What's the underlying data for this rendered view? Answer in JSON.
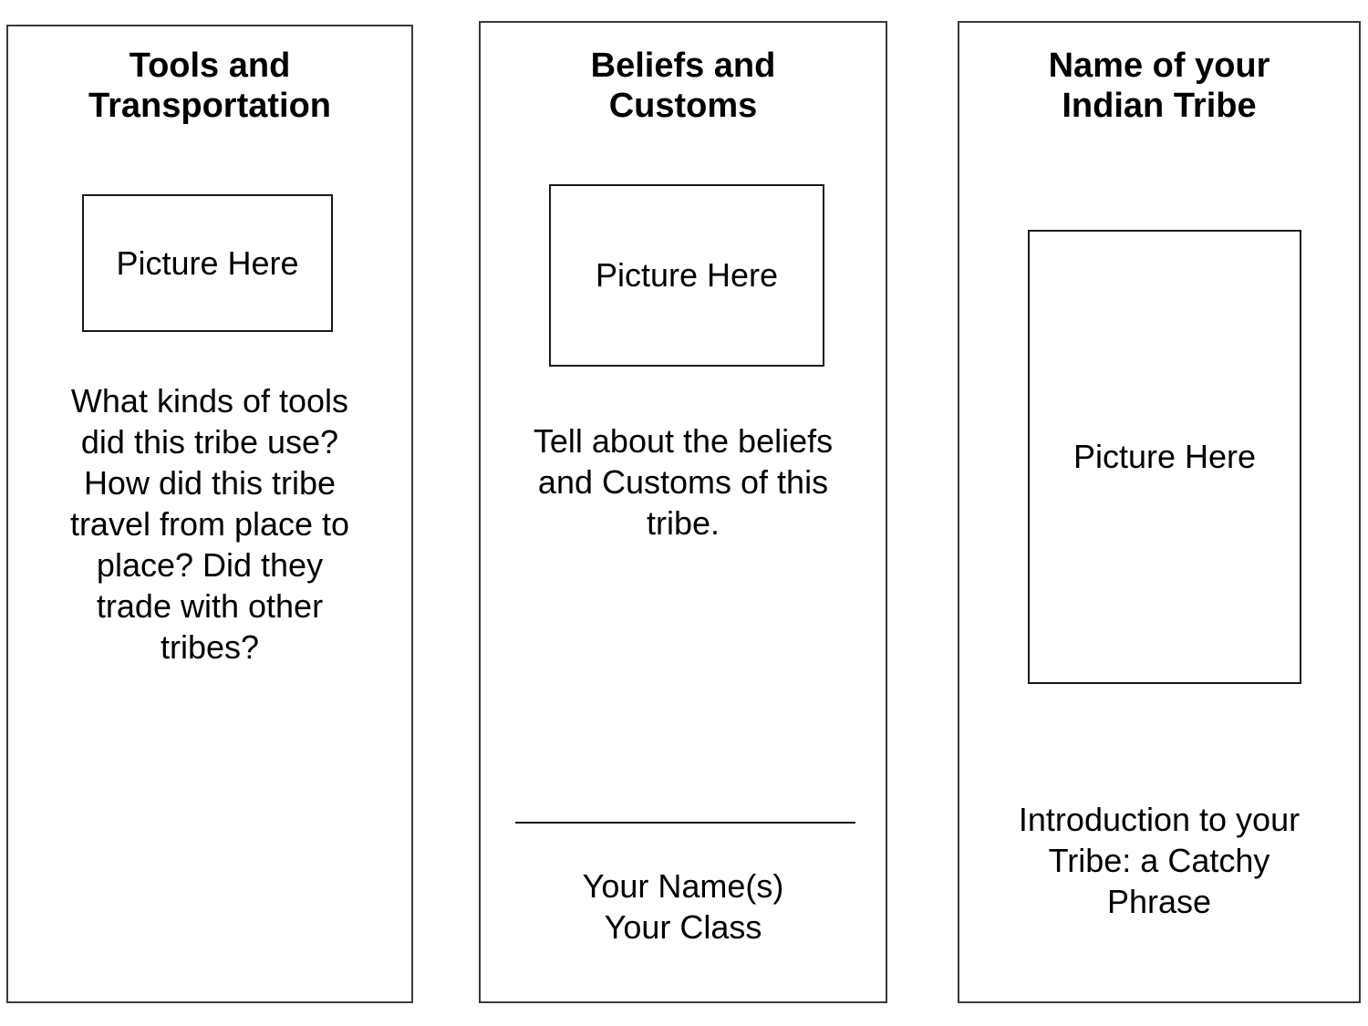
{
  "page": {
    "background": "#ffffff",
    "panel_border_color": "#3a3a3a",
    "box_border_color": "#1a1a1a",
    "text_color": "#000000"
  },
  "panels": [
    {
      "id": "tools-and-transportation",
      "title": "Tools and\nTransportation",
      "picture_placeholder": "Picture Here",
      "body": "What kinds of tools\ndid this tribe use?\nHow did this tribe\ntravel from place to\nplace? Did they\ntrade with other\ntribes?"
    },
    {
      "id": "beliefs-and-customs",
      "title": "Beliefs and\nCustoms",
      "picture_placeholder": "Picture Here",
      "body": "Tell about the beliefs\nand Customs of this\ntribe.",
      "signature": "Your Name(s)\nYour Class"
    },
    {
      "id": "name-of-your-indian-tribe",
      "title": "Name of your\nIndian Tribe",
      "picture_placeholder": "Picture Here",
      "body": "Introduction to your\nTribe: a Catchy\nPhrase"
    }
  ]
}
